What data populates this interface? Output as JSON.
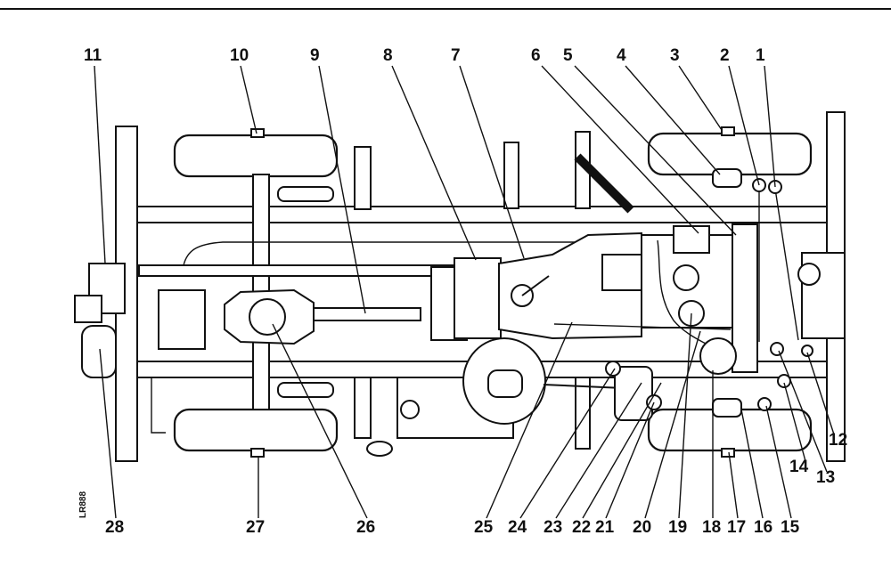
{
  "figure_code": "LR888",
  "labels": {
    "n1": "1",
    "n2": "2",
    "n3": "3",
    "n4": "4",
    "n5": "5",
    "n6": "6",
    "n7": "7",
    "n8": "8",
    "n9": "9",
    "n10": "10",
    "n11": "11",
    "n12": "12",
    "n13": "13",
    "n14": "14",
    "n15": "15",
    "n16": "16",
    "n17": "17",
    "n18": "18",
    "n19": "19",
    "n20": "20",
    "n21": "21",
    "n22": "22",
    "n23": "23",
    "n24": "24",
    "n25": "25",
    "n26": "26",
    "n27": "27",
    "n28": "28"
  },
  "colors": {
    "ink": "#111111",
    "paper": "#ffffff"
  }
}
